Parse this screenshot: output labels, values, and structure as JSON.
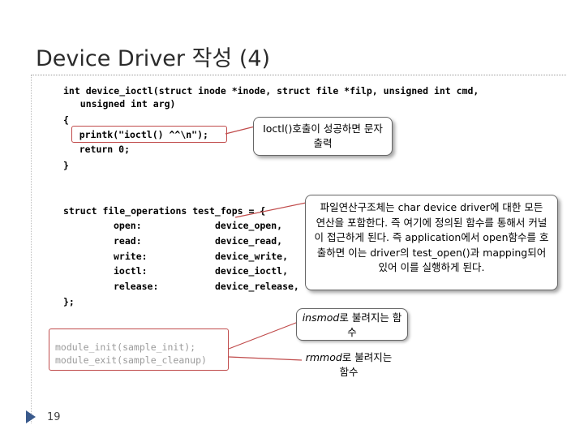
{
  "slide": {
    "title": "Device Driver 작성 (4)",
    "page_number": "19"
  },
  "code_ioctl": [
    "int device_ioctl(struct inode *inode, struct file *filp, unsigned int cmd,",
    "   unsigned int arg)",
    "{",
    "    printk(\"ioctl() ^^\\n\");",
    "    return 0;",
    "}"
  ],
  "code_fops": {
    "header": "struct file_operations test_fops = {",
    "entries": [
      {
        "field": "open:",
        "value": "device_open,"
      },
      {
        "field": "read:",
        "value": "device_read,"
      },
      {
        "field": "write:",
        "value": "device_write,"
      },
      {
        "field": "ioctl:",
        "value": "device_ioctl,"
      },
      {
        "field": "release:",
        "value": "device_release,"
      }
    ],
    "footer": "};"
  },
  "code_module": [
    "module_init(sample_init);",
    "module_exit(sample_cleanup)"
  ],
  "callouts": {
    "ioctl_note": "Ioctl()호출이 성공하면 문자 출력",
    "fops_note": "파일연산구조체는 char device driver에 대한 모든 연산을 포함한다. 즉 여기에 정의된 함수를 통해서 커널이 접근하게 된다. 즉 application에서 open함수를 호출하면 이는 driver의 test_open()과 mapping되어있어 이를 실행하게 된다.",
    "insmod_note_em": "insmod",
    "insmod_note_rest": "로 불려지는 함수",
    "rmmod_note_em": "rmmod",
    "rmmod_note_rest": "로 불려지는 함수"
  }
}
